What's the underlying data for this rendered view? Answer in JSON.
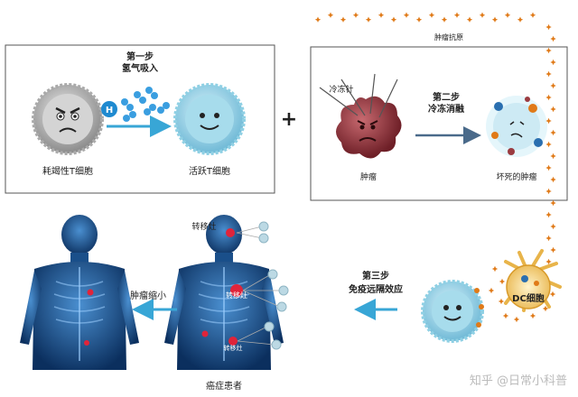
{
  "step1": {
    "title": "第一步",
    "subtitle": "氢气吸入",
    "left_cell": "耗竭性T细胞",
    "right_cell": "活跃T细胞",
    "h2_symbol": "H"
  },
  "plus": "+",
  "step2": {
    "title": "第二步",
    "subtitle": "冷冻消融",
    "probe": "冷冻针",
    "tumor": "肿瘤",
    "dead_tumor": "坏死的肿瘤"
  },
  "antigen": "肿瘤抗原",
  "step3": {
    "title": "第三步",
    "subtitle": "免疫远隔效应",
    "dc": "DC细胞"
  },
  "bodies": {
    "shrink": "肿瘤缩小",
    "metastasis_top": "转移灶",
    "metastasis_mid": "转移灶",
    "metastasis_low": "转移灶",
    "patient": "癌症患者"
  },
  "watermark": "知乎 @日常小科普",
  "colors": {
    "box": "#555555",
    "arrow": "#4a6a8a",
    "blue_arrow": "#38a6d6",
    "tumor": "#9b3b40",
    "antigen": "#e07a18",
    "tcell": "#8fd0e4",
    "body": "#1f5fa6"
  }
}
